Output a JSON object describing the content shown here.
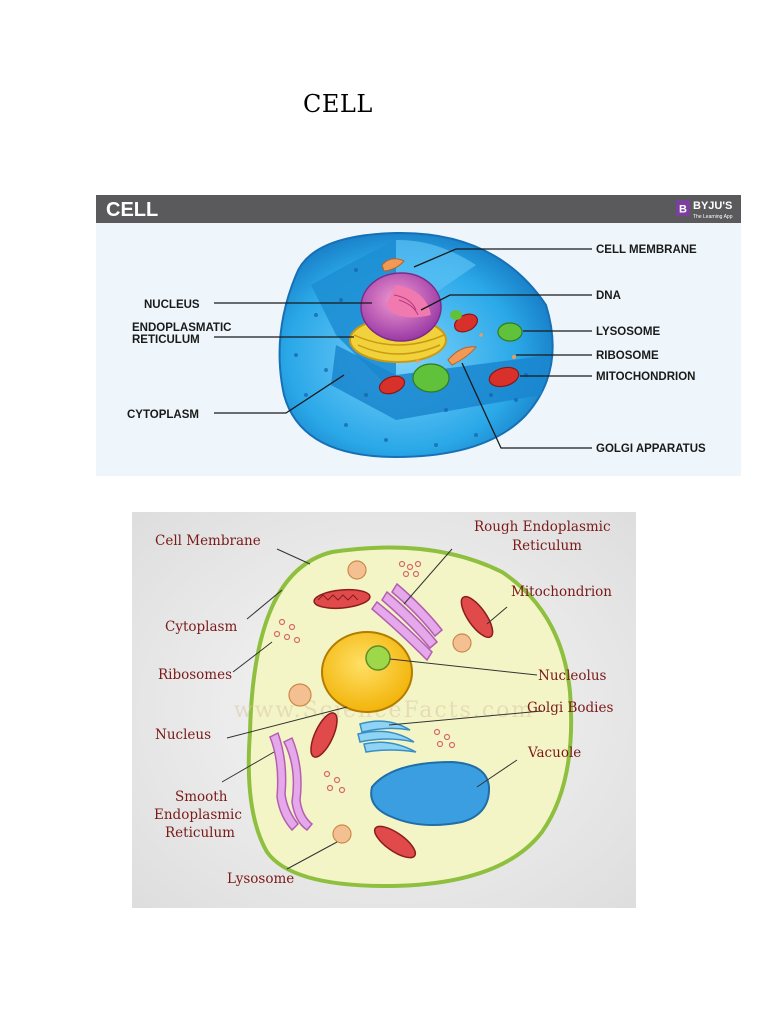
{
  "page": {
    "title": "CELL"
  },
  "figure1": {
    "header_title": "CELL",
    "brand": {
      "name": "BYJU'S",
      "tagline": "The Learning App",
      "logo_letter": "B",
      "color": "#7b3fa0"
    },
    "labels": {
      "nucleus": "NUCLEUS",
      "er_line1": "ENDOPLASMATIC",
      "er_line2": "RETICULUM",
      "cytoplasm": "CYTOPLASM",
      "cell_membrane": "CELL MEMBRANE",
      "dna": "DNA",
      "lysosome": "LYSOSOME",
      "ribosome": "RIBOSOME",
      "mitochondrion": "MITOCHONDRION",
      "golgi": "GOLGI APPARATUS"
    },
    "colors": {
      "cell": "#2aa8e8",
      "nucleus": "#c75fc4",
      "er": "#f2d23a",
      "mito": "#d8312c",
      "lysosome": "#5fc23a"
    }
  },
  "figure2": {
    "labels": {
      "cell_membrane": "Cell Membrane",
      "cytoplasm": "Cytoplasm",
      "ribosomes": "Ribosomes",
      "nucleus": "Nucleus",
      "smooth_er_1": "Smooth",
      "smooth_er_2": "Endoplasmic",
      "smooth_er_3": "Reticulum",
      "lysosome": "Lysosome",
      "rough_er_1": "Rough Endoplasmic",
      "rough_er_2": "Reticulum",
      "mitochondrion": "Mitochondrion",
      "nucleolus": "Nucleolus",
      "golgi": "Golgi Bodies",
      "vacuole": "Vacuole"
    },
    "watermark": "www.ScienceFacts.com",
    "colors": {
      "cytoplasm": "#f4f5c7",
      "membrane": "#8fbf3f",
      "label": "#7a1a18"
    }
  }
}
